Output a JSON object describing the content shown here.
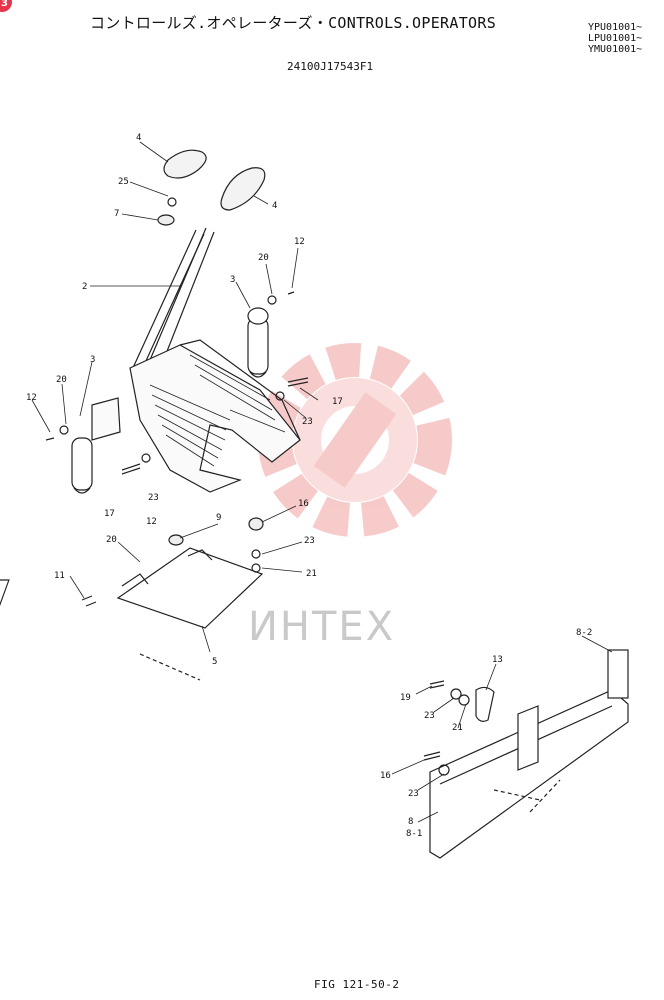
{
  "header": {
    "title": "コントロールズ.オペレーターズ・CONTROLS.OPERATORS",
    "serials": [
      "YPU01001~",
      "LPU01001~",
      "YMU01001~"
    ],
    "drawing_no": "24100J17543F1"
  },
  "badge": "3",
  "watermark": {
    "text": "ИНТЕХ",
    "color": "#f2a0a0"
  },
  "callouts": {
    "c4a": "4",
    "c4b": "4",
    "c25": "25",
    "c7": "7",
    "c2": "2",
    "c3a": "3",
    "c20a": "20",
    "c12a": "12",
    "c17a": "17",
    "c23a": "23",
    "c3b": "3",
    "c20b": "20",
    "c12b": "12",
    "c23b": "23",
    "c17b": "17",
    "c12c": "12",
    "c9": "9",
    "c16a": "16",
    "c23c": "23",
    "c21a": "21",
    "c20c": "20",
    "c11": "11",
    "c5": "5",
    "c8_2": "8-2",
    "c13": "13",
    "c19": "19",
    "c23d": "23",
    "c21b": "21",
    "c16b": "16",
    "c23e": "23",
    "c8": "8",
    "c8_1": "8-1"
  },
  "footer": {
    "figure": "FIG 121-50-2"
  }
}
